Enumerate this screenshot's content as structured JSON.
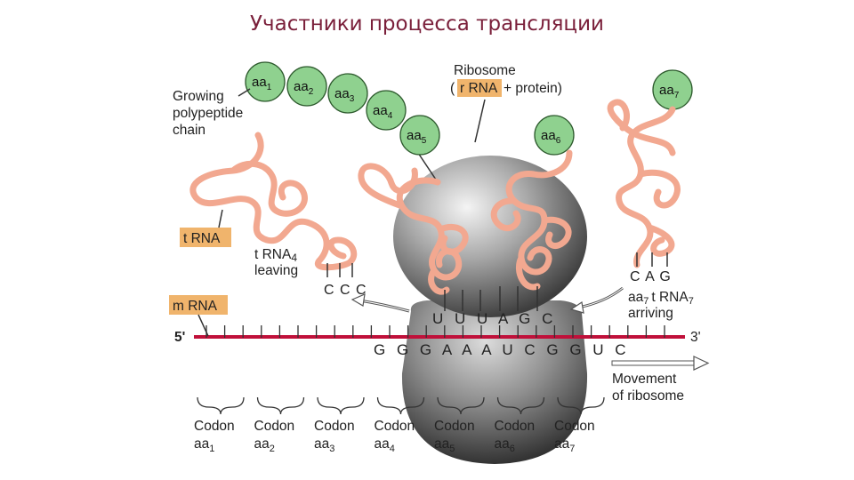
{
  "title": "Участники процесса трансляции",
  "labels": {
    "ribosome_line1": "Ribosome",
    "ribosome_rrna": "r RNA",
    "ribosome_rest": "+ protein)",
    "ribosome_open": "(",
    "growing_line1": "Growing",
    "growing_line2": "polypeptide",
    "growing_line3": "chain",
    "trna": "t RNA",
    "trna4_leaving_1": "t RNA",
    "trna4_leaving_sub": "4",
    "trna4_leaving_2": "leaving",
    "mrna": "m RNA",
    "five_prime": "5'",
    "three_prime": "3'",
    "aa7_arriving_1a": "aa",
    "aa7_arriving_1b": "7",
    "aa7_arriving_1c": "t RNA",
    "aa7_arriving_1d": "7",
    "aa7_arriving_2": "arriving",
    "movement_1": "Movement",
    "movement_2": "of ribosome",
    "leaving_anticodon": "C C C",
    "arriving_anticodon": "C A G",
    "anticodons_in_ribosome": "U U U A G C",
    "mrna_sequence": "G G G A A A U C G G U C"
  },
  "amino_acids": [
    {
      "name": "aa",
      "sub": "1"
    },
    {
      "name": "aa",
      "sub": "2"
    },
    {
      "name": "aa",
      "sub": "3"
    },
    {
      "name": "aa",
      "sub": "4"
    },
    {
      "name": "aa",
      "sub": "5"
    },
    {
      "name": "aa",
      "sub": "6"
    },
    {
      "name": "aa",
      "sub": "7"
    }
  ],
  "codons": [
    {
      "label": "Codon",
      "aa": "aa",
      "sub": "1"
    },
    {
      "label": "Codon",
      "aa": "aa",
      "sub": "2"
    },
    {
      "label": "Codon",
      "aa": "aa",
      "sub": "3"
    },
    {
      "label": "Codon",
      "aa": "aa",
      "sub": "4"
    },
    {
      "label": "Codon",
      "aa": "aa",
      "sub": "5"
    },
    {
      "label": "Codon",
      "aa": "aa",
      "sub": "6"
    },
    {
      "label": "Codon",
      "aa": "aa",
      "sub": "7"
    }
  ],
  "colors": {
    "title": "#7a1f3a",
    "mrna_strand": "#c0103a",
    "trna": "#f2a890",
    "amino_acid": "#8fd18f",
    "label_box": "#f0b46c"
  }
}
